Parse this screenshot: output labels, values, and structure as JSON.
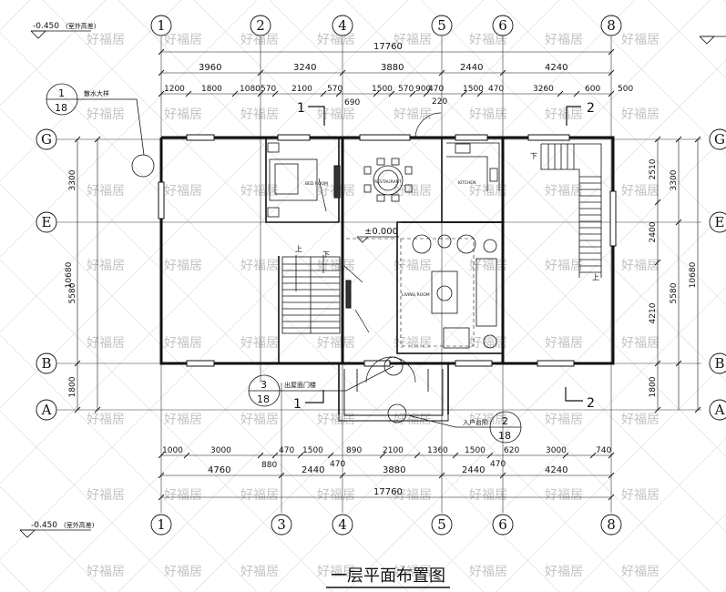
{
  "title": "一层平面布置图",
  "watermark": "好福居",
  "elevation_labels": [
    {
      "value": "-0.450",
      "note": "(室外高差)"
    },
    {
      "value": "-0.450",
      "note": "(室外高差)"
    }
  ],
  "grid_axes": {
    "top": [
      "1",
      "2",
      "4",
      "5",
      "6",
      "8"
    ],
    "bottom": [
      "1",
      "3",
      "4",
      "5",
      "6",
      "8"
    ],
    "left": [
      "G",
      "E",
      "B",
      "A"
    ],
    "right": [
      "G",
      "E",
      "B",
      "A"
    ]
  },
  "dimensions": {
    "top_total": "17760",
    "top_row1": [
      "3960",
      "3240",
      "3880",
      "2440",
      "4240"
    ],
    "top_row2": [
      "1200",
      "1800",
      "1080",
      "570",
      "2100",
      "570",
      "1500",
      "570",
      "900",
      "470",
      "1500",
      "470",
      "3260",
      "600",
      "500"
    ],
    "top_small": [
      "690",
      "220"
    ],
    "bottom_row1": [
      "1000",
      "3000",
      "470",
      "1500",
      "890",
      "2100",
      "1360",
      "1500",
      "620",
      "3000",
      "740"
    ],
    "bottom_mid": [
      "880",
      "470",
      "470"
    ],
    "bottom_row2": [
      "4760",
      "2440",
      "3880",
      "2440",
      "4240"
    ],
    "bottom_total": "17760",
    "left": [
      "3300",
      "5580",
      "1800"
    ],
    "left_total": "10680",
    "right": [
      "2510",
      "2400",
      "4210",
      "1800"
    ],
    "right_mid": [
      "3300",
      "5580"
    ],
    "right_total": "10680"
  },
  "callouts": {
    "detail_1": {
      "num": "1",
      "sheet": "18",
      "label": "散水大样"
    },
    "detail_3": {
      "num": "3",
      "sheet": "18",
      "label": "出屋面门楼"
    },
    "detail_2": {
      "num": "2",
      "sheet": "18",
      "label": "入户台阶"
    }
  },
  "sections": {
    "one": "1",
    "two": "2"
  },
  "level": "±0.000",
  "rooms": {
    "bed": "BED ROOM",
    "restaurant": "RESTAURANT",
    "kitchen": "KITCHEN",
    "living": "LIVING ROOM"
  },
  "stairs": {
    "down": "下",
    "up": "上"
  }
}
